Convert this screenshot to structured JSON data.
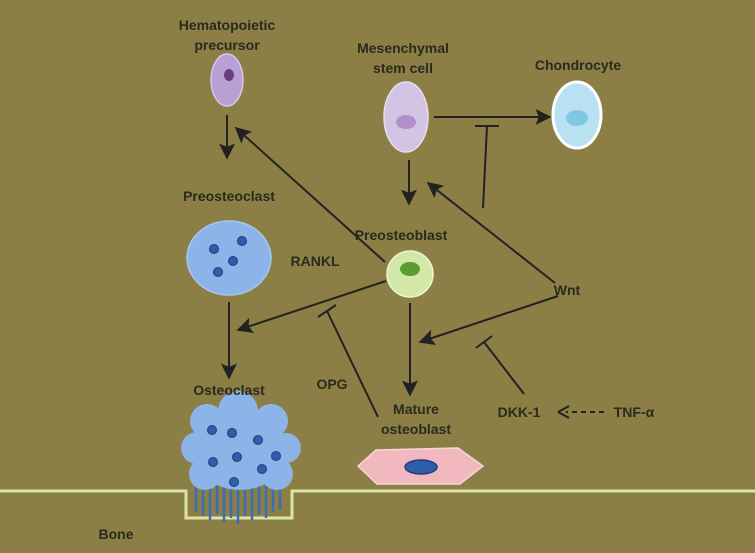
{
  "labels": {
    "hematopoietic_line1": "Hematopoietic",
    "hematopoietic_line2": "precursor",
    "mesenchymal_line1": "Mesenchymal",
    "mesenchymal_line2": "stem cell",
    "chondrocyte": "Chondrocyte",
    "preosteoclast": "Preosteoclast",
    "preosteoblast": "Preosteoblast",
    "rankl": "RANKL",
    "wnt": "Wnt",
    "osteoclast": "Osteoclast",
    "opg": "OPG",
    "mature_osteoblast_line1": "Mature",
    "mature_osteoblast_line2": "osteoblast",
    "dkk1": "DKK-1",
    "tnf": "TNF-α",
    "bone": "Bone"
  },
  "colors": {
    "background": "#8b7f45",
    "bone_line": "#d9e6a6",
    "hematopoietic": "#b8a0d4",
    "mesenchymal": "#d4c4e4",
    "chondrocyte": "#b9e1f2",
    "preosteoclast": "#8cb4e8",
    "preosteoblast": "#d3e8a8",
    "osteoclast": "#8cb4e8",
    "mature_osteoblast": "#f1b9bf",
    "nucleus_blue": "#2f5ea8"
  }
}
